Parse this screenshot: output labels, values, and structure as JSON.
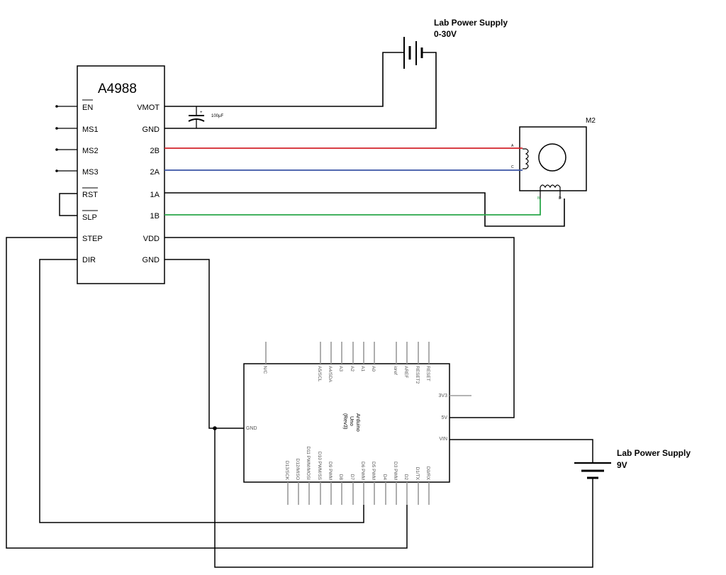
{
  "driver": {
    "name": "A4988",
    "left_pins": [
      "EN",
      "MS1",
      "MS2",
      "MS3",
      "RST",
      "SLP",
      "STEP",
      "DIR"
    ],
    "right_pins": [
      "VMOT",
      "GND",
      "2B",
      "2A",
      "1A",
      "1B",
      "VDD",
      "GND"
    ]
  },
  "capacitor": {
    "label": "100µF",
    "polarity": "+"
  },
  "motor_supply": {
    "title": "Lab Power Supply",
    "range": "0-30V"
  },
  "logic_supply": {
    "title": "Lab Power Supply",
    "range": "9V"
  },
  "motor": {
    "name": "M2",
    "pin_labels": [
      "A",
      "C",
      "B",
      "D"
    ]
  },
  "arduino": {
    "name_lines": [
      "Arduino",
      "Uno",
      "(Rev3)"
    ],
    "top_pins": [
      "N/C",
      "A5/SCL",
      "A4/SDA",
      "A3",
      "A2",
      "A1",
      "A0",
      "ioref",
      "AREF",
      "RESET2",
      "RESET"
    ],
    "bottom_pins": [
      "D13/SCK",
      "D12/MISO",
      "D11 PWM/MOSI",
      "D10 PWM/SS",
      "D9 PWM",
      "D8",
      "D7",
      "D6 PWM",
      "D5 PWM",
      "D4",
      "D3 PWM",
      "D2",
      "D1/TX",
      "D0/RX"
    ],
    "left_pins": [
      "GND"
    ],
    "right_pins": [
      "3V3",
      "5V",
      "VIN"
    ]
  },
  "colors": {
    "wire": "#000000",
    "coil_b_wire": "#d2232a",
    "coil_a_wire": "#3a53a4",
    "coil_1b_wire": "#2aa84a",
    "pin_stub": "#9a9a9a",
    "motor_pin_label": "#2aa84a"
  }
}
